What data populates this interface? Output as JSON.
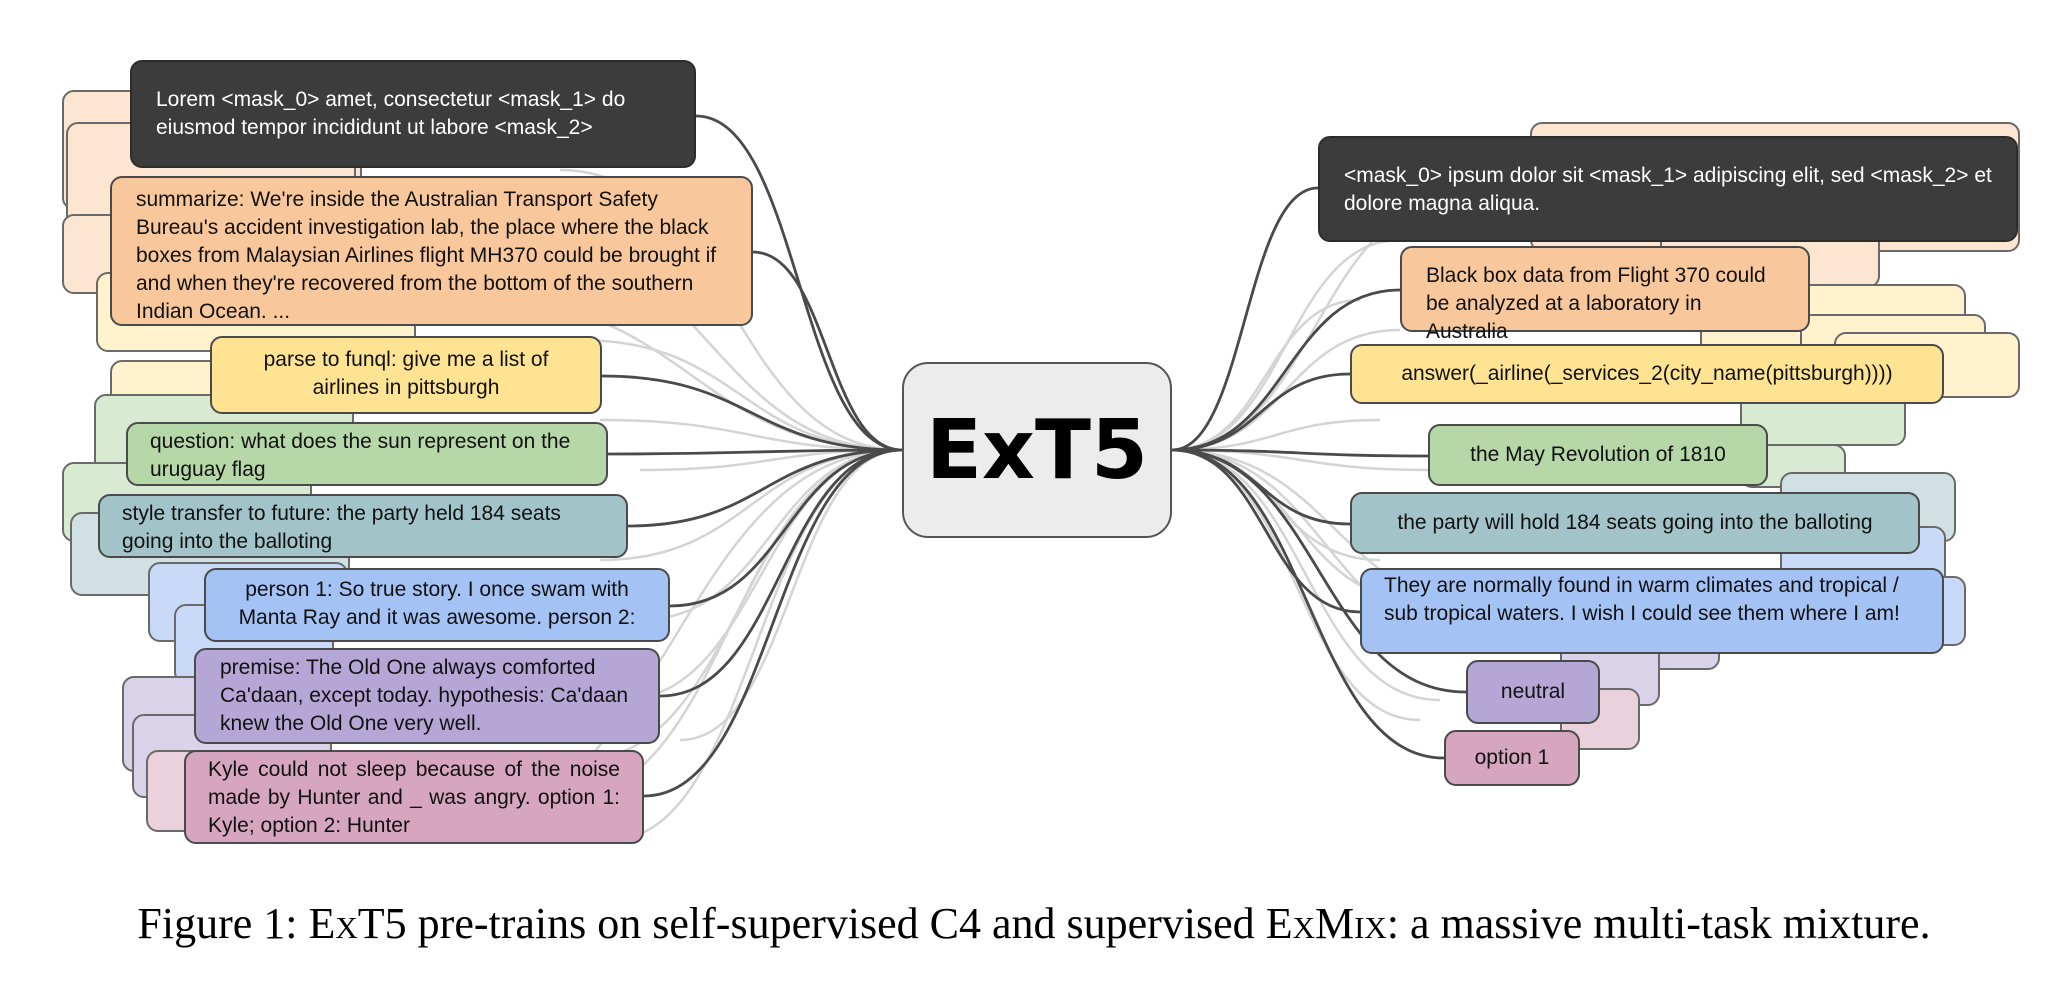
{
  "center": {
    "label": "ExT5"
  },
  "left_inputs": [
    {
      "id": "c4",
      "text": "Lorem <mask_0> amet, consectetur <mask_1> do eiusmod tempor incididunt ut labore <mask_2>"
    },
    {
      "id": "summarize",
      "text": "summarize: We're inside the Australian Transport Safety Bureau's accident investigation lab, the place where the black boxes from Malaysian Airlines flight MH370 could be brought if and when they're recovered from the bottom of the southern Indian Ocean. ..."
    },
    {
      "id": "funql",
      "text": "parse to funql: give me a list of airlines in pittsburgh"
    },
    {
      "id": "qa",
      "text": "question: what does the sun represent on the uruguay flag"
    },
    {
      "id": "style",
      "text": "style transfer to future: the party held 184 seats going into the balloting"
    },
    {
      "id": "dialog",
      "text": "person 1: So true story. I once swam with Manta Ray and it was awesome. person 2:"
    },
    {
      "id": "nli",
      "text": "premise: The Old One always comforted Ca'daan, except today. hypothesis: Ca'daan knew the Old One very well."
    },
    {
      "id": "wino",
      "text": "Kyle could not sleep because of the noise made by Hunter and _ was angry. option 1: Kyle; option 2: Hunter"
    }
  ],
  "right_outputs": [
    {
      "id": "c4",
      "text": "<mask_0> ipsum dolor sit <mask_1> adipiscing elit, sed <mask_2> et dolore magna aliqua."
    },
    {
      "id": "summarize",
      "text": "Black box data from Flight 370 could be analyzed at a laboratory in Australia"
    },
    {
      "id": "funql",
      "text": "answer(_airline(_services_2(city_name(pittsburgh))))"
    },
    {
      "id": "qa",
      "text": "the May Revolution of 1810"
    },
    {
      "id": "style",
      "text": "the party will hold 184 seats going into the balloting"
    },
    {
      "id": "dialog",
      "text": "They are normally found in warm climates and tropical / sub tropical waters. I wish I could see them where I am!"
    },
    {
      "id": "nli",
      "text": "neutral"
    },
    {
      "id": "wino",
      "text": "option 1"
    }
  ],
  "caption": {
    "prefix": "Figure 1: ",
    "model": "ExT5",
    "middle": " pre-trains on self-supervised C4 and supervised ",
    "mixture": "ExMix",
    "suffix": ": a massive multi-task mixture."
  },
  "colors": {
    "dark": "#3c3c3c",
    "orange": "#f8c89c",
    "yellow": "#fde392",
    "green": "#b6d7a8",
    "teal": "#a2c4c9",
    "blue": "#a4c2f4",
    "purple": "#b4a7d6",
    "pink": "#d5a6bd",
    "connector": "#4a4a4a",
    "faint_connector": "#d4d4d4"
  }
}
